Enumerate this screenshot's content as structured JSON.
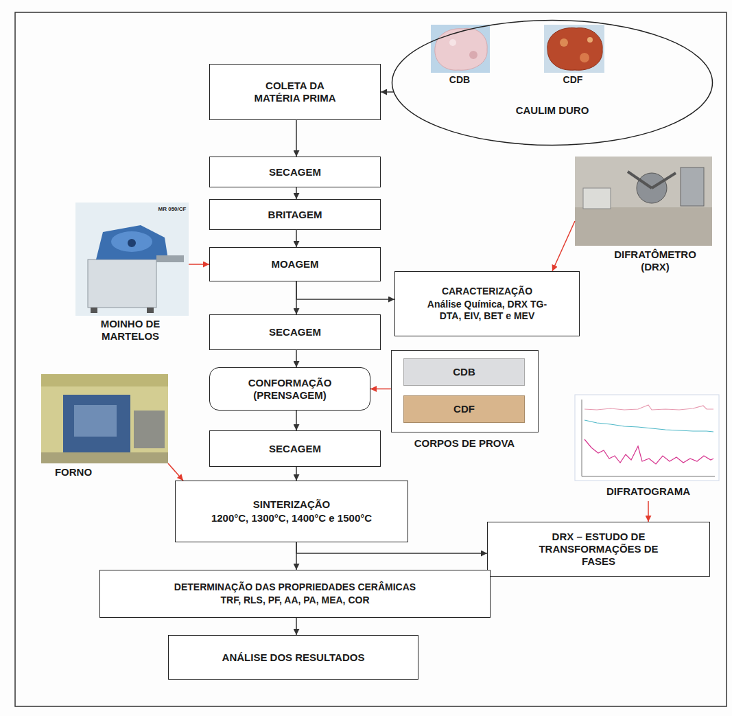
{
  "diagram": {
    "nodes": [
      {
        "text": [
          "COLETA DA MATÉRIA PRIMA"
        ]
      },
      {
        "text": [
          "CDB",
          "CDF",
          "CAULIM DURO"
        ]
      },
      {
        "text": [
          "SECAGEM"
        ]
      },
      {
        "text": [
          "DIFRATÔMETRO (DRX)"
        ]
      },
      {
        "text": [
          "MR 050/CF",
          "MOINHO DE MARTELOS"
        ]
      },
      {
        "text": [
          "BRITAGEM"
        ]
      },
      {
        "text": [
          "MOAGEM"
        ]
      },
      {
        "text": [
          "CARACTERIZAÇÃO",
          "Análise Química, DRX TG-DTA, EIV, BET e MEV"
        ]
      },
      {
        "text": [
          "SECAGEM"
        ]
      },
      {
        "text": [
          "CORPOS DE PROVA"
        ]
      },
      {
        "text": [
          "CDB"
        ],
        "in": 9
      },
      {
        "text": [
          "CDF"
        ],
        "in": 9
      },
      {
        "text": [
          "CONFORMAÇÃO (PRENSAGEM)"
        ]
      },
      {
        "text": [
          "FORNO"
        ]
      },
      {
        "text": [
          "DIFRATOGRAMA"
        ]
      },
      {
        "text": [
          "SECAGEM"
        ]
      },
      {
        "text": [
          "SINTERIZAÇÃO",
          "1200°C, 1300°C, 1400°C e 1500°C"
        ]
      },
      {
        "text": [
          "DRX – ESTUDO DE TRANSFORMAÇÕES DE FASES"
        ]
      },
      {
        "text": [
          "DETERMINAÇÃO DAS PROPRIEDADES CERÂMICAS",
          "TRF, RLS, PF, AA, PA, MEA, COR"
        ]
      },
      {
        "text": [
          "ANÁLISE DOS RESULTADOS"
        ]
      }
    ],
    "edges": [
      {
        "from": 1,
        "to": 0,
        "arrow": "to"
      },
      {
        "from": 0,
        "to": 2,
        "arrow": "to"
      },
      {
        "from": 2,
        "to": 5,
        "arrow": "to"
      },
      {
        "from": 5,
        "to": 6,
        "arrow": "to"
      },
      {
        "from": 6,
        "to": 8,
        "arrow": "to"
      },
      {
        "from": 8,
        "to": 12,
        "arrow": "to"
      },
      {
        "from": 12,
        "to": 15,
        "arrow": "to"
      },
      {
        "from": 15,
        "to": 16,
        "arrow": "to"
      },
      {
        "from": 16,
        "to": 18,
        "arrow": "to"
      },
      {
        "from": 18,
        "to": 19,
        "arrow": "to"
      },
      {
        "from": 6,
        "to": 7,
        "arrow": "to"
      },
      {
        "from": 16,
        "to": 17,
        "arrow": "to"
      },
      {
        "from": 3,
        "to": 7,
        "arrow": "to"
      },
      {
        "from": 4,
        "to": 6,
        "arrow": "to"
      },
      {
        "from": 9,
        "to": 12,
        "arrow": "to"
      },
      {
        "from": 13,
        "to": 16,
        "arrow": "to"
      },
      {
        "from": 14,
        "to": 17,
        "arrow": "to"
      }
    ]
  }
}
